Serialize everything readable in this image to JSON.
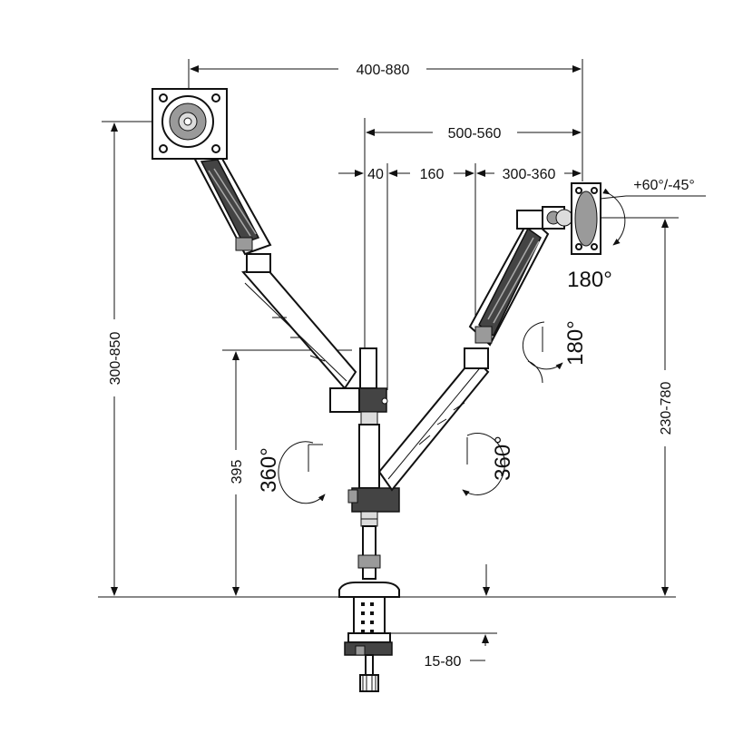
{
  "diagram": {
    "dimensions": {
      "reach_total": "400-880",
      "reach_right": "500-560",
      "pole_offset": "40",
      "arm_offset": "160",
      "arm_extension": "300-360",
      "height_total": "300-850",
      "height_right": "230-780",
      "lower_height": "395",
      "clamp_range": "15-80"
    },
    "angles": {
      "tilt": "+60°/-45°",
      "rotation_head": "180°",
      "rotation_swivel": "180°",
      "rotation_left": "360°",
      "rotation_right": "360°"
    }
  },
  "colors": {
    "line": "#111111",
    "fill_dark": "#444444",
    "fill_mid": "#9a9a9a"
  }
}
